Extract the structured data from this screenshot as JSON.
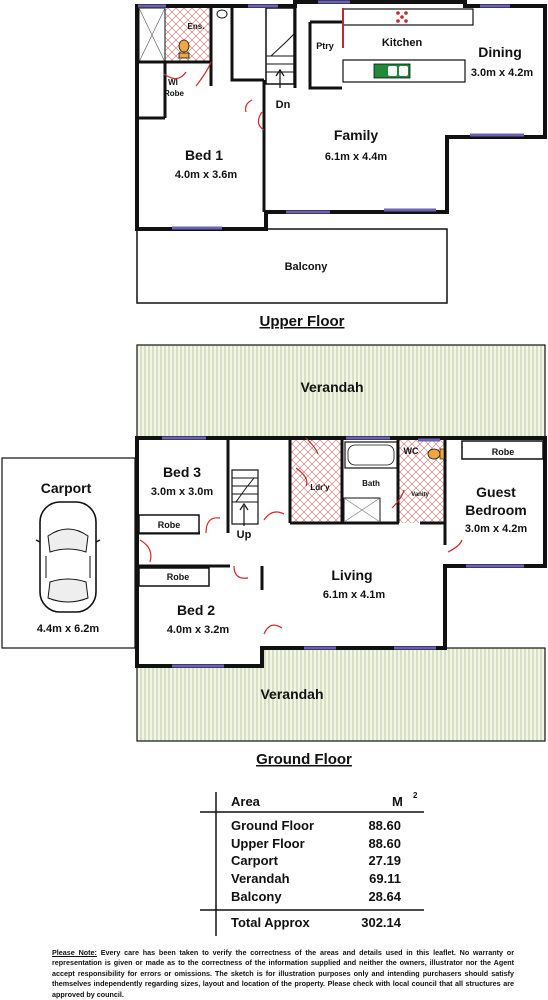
{
  "upper_floor": {
    "title": "Upper Floor",
    "rooms": {
      "ens": "Ens.",
      "wi_robe_1": "WI",
      "wi_robe_2": "Robe",
      "pantry": "Ptry",
      "kitchen": "Kitchen",
      "dining_name": "Dining",
      "dining_size": "3.0m x 4.2m",
      "stairs_down": "Dn",
      "family_name": "Family",
      "family_size": "6.1m x 4.4m",
      "bed1_name": "Bed 1",
      "bed1_size": "4.0m x 3.6m",
      "balcony": "Balcony"
    }
  },
  "ground_floor": {
    "title": "Ground Floor",
    "rooms": {
      "verandah_top": "Verandah",
      "bed3_name": "Bed 3",
      "bed3_size": "3.0m x 3.0m",
      "bed3_robe": "Robe",
      "stairs_up": "Up",
      "laundry": "Ldr'y",
      "bath": "Bath",
      "wc": "WC",
      "vanity": "Vanity",
      "guest_robe": "Robe",
      "guest_name_1": "Guest",
      "guest_name_2": "Bedroom",
      "guest_size": "3.0m x 4.2m",
      "carport_name": "Carport",
      "carport_size": "4.4m x 6.2m",
      "bed2_robe": "Robe",
      "bed2_name": "Bed 2",
      "bed2_size": "4.0m x 3.2m",
      "living_name": "Living",
      "living_size": "6.1m x 4.1m",
      "verandah_bottom": "Verandah"
    }
  },
  "area_table": {
    "header_label": "Area",
    "header_unit": "M",
    "header_unit_sup": "2",
    "rows": [
      {
        "label": "Ground Floor",
        "value": "88.60"
      },
      {
        "label": "Upper Floor",
        "value": "88.60"
      },
      {
        "label": "Carport",
        "value": "27.19"
      },
      {
        "label": "Verandah",
        "value": "69.11"
      },
      {
        "label": "Balcony",
        "value": "28.64"
      }
    ],
    "total_label": "Total Approx",
    "total_value": "302.14"
  },
  "note": {
    "heading": "Please Note:",
    "text": "Every care has been taken to verify the correctness of the areas and details used in this leaflet. No warranty or representation is given or made as to the correctness of the information supplied and neither the owners, illustrator nor the Agent accept responsibility for errors or omissions. The sketch is for illustration purposes only and intending purchasers should satisfy themselves independently regarding sizes, layout and location of the property. Please check with local council that all structures are approved by council."
  }
}
